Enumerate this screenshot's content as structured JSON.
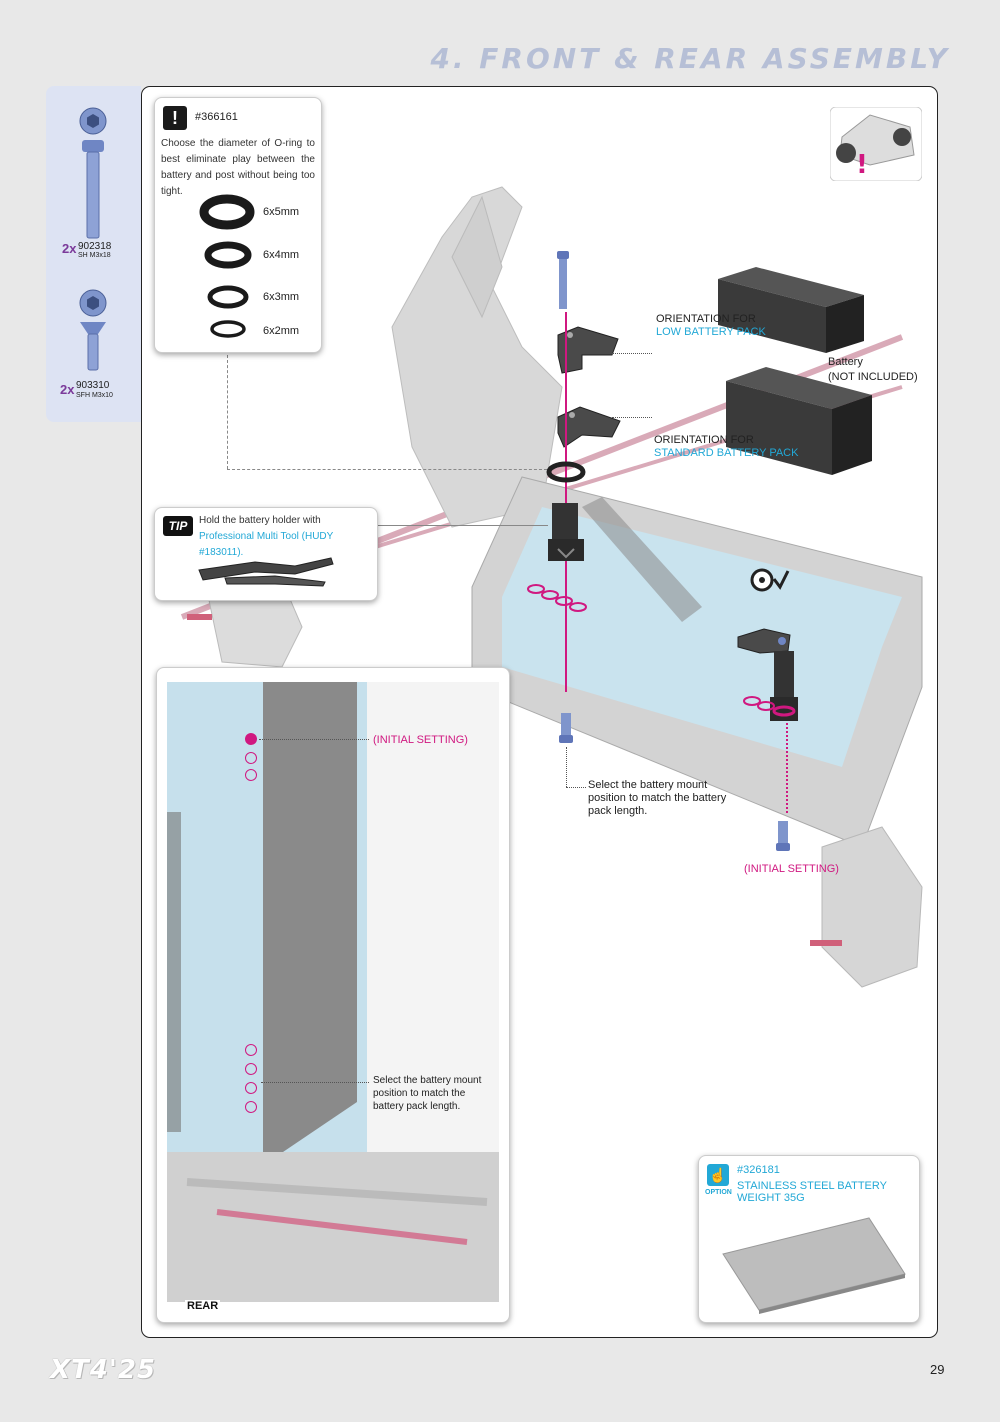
{
  "header": {
    "section_title": "4. FRONT & REAR ASSEMBLY"
  },
  "parts": [
    {
      "qty": "2x",
      "code": "902318",
      "name": "SH M3x18"
    },
    {
      "qty": "2x",
      "code": "903310",
      "name": "SFH M3x10"
    }
  ],
  "oring_callout": {
    "code": "#366161",
    "text": "Choose the diameter of O-ring to best eliminate play between the battery and post without being too tight.",
    "sizes": [
      "6x5mm",
      "6x4mm",
      "6x3mm",
      "6x2mm"
    ]
  },
  "tip_callout": {
    "badge": "TIP",
    "text_prefix": "Hold the battery holder with ",
    "text_link_1": "Professional",
    "text_link_2": "Multi Tool (HUDY #183011)."
  },
  "labels": {
    "orientation_low_1": "ORIENTATION FOR",
    "orientation_low_2": "LOW BATTERY PACK",
    "orientation_std_1": "ORIENTATION FOR",
    "orientation_std_2": "STANDARD BATTERY PACK",
    "battery_1": "Battery",
    "battery_2": "(NOT INCLUDED)",
    "select_mount_center": "Select the battery mount position to match the battery pack length.",
    "initial_setting_right": "(INITIAL SETTING)"
  },
  "detail_panel": {
    "initial_setting": "(INITIAL SETTING)",
    "select_mount": "Select the battery mount position to match the battery pack length.",
    "rear_label": "REAR"
  },
  "option_callout": {
    "badge": "OPTION",
    "code": "#326181",
    "name": "STAINLESS STEEL BATTERY WEIGHT 35G"
  },
  "footer": {
    "logo": "XT4'25",
    "page_number": "29"
  },
  "colors": {
    "accent_pink": "#d01880",
    "accent_cyan": "#22a8d6",
    "title": "#b6bfd6"
  }
}
